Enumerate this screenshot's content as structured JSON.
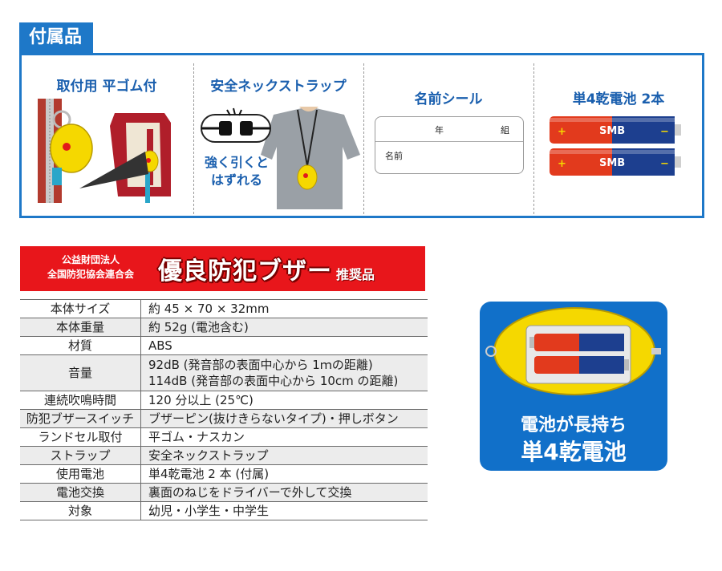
{
  "accessories": {
    "heading": "付属品",
    "items": [
      {
        "title": "取付用 平ゴム付"
      },
      {
        "title": "安全ネックストラップ",
        "caption_line1": "強く引くと",
        "caption_line2": "はずれる"
      },
      {
        "title": "名前シール",
        "sticker_year": "年",
        "sticker_class": "組",
        "sticker_name": "名前"
      },
      {
        "title": "単4乾電池 2本",
        "battery_brand": "SMB"
      }
    ]
  },
  "award": {
    "org_line1": "公益財団法人",
    "org_line2": "全国防犯協会連合会",
    "main": "優良防犯ブザー",
    "suffix": "推奨品"
  },
  "specs": [
    {
      "key": "本体サイズ",
      "value": "約 45 × 70 × 32mm"
    },
    {
      "key": "本体重量",
      "value": "約 52g (電池含む)"
    },
    {
      "key": "材質",
      "value": "ABS"
    },
    {
      "key": "音量",
      "value": "92dB (発音部の表面中心から 1ｍの距離)",
      "value2": "114dB (発音部の表面中心から 10cm の距離)"
    },
    {
      "key": "連続吹鳴時間",
      "value": "120 分以上 (25℃)"
    },
    {
      "key": "防犯ブザースイッチ",
      "value": "ブザーピン(抜けきらないタイプ)・押しボタン"
    },
    {
      "key": "ランドセル取付",
      "value": "平ゴム・ナスカン"
    },
    {
      "key": "ストラップ",
      "value": "安全ネックストラップ"
    },
    {
      "key": "使用電池",
      "value": "単4乾電池 2 本 (付属)"
    },
    {
      "key": "電池交換",
      "value": "裏面のねじをドライバーで外して交換"
    },
    {
      "key": "対象",
      "value": "幼児・小学生・中学生"
    }
  ],
  "promo": {
    "line1": "電池が長持ち",
    "line2": "単4乾電池"
  },
  "colors": {
    "accent_blue": "#1e78c8",
    "award_red": "#e8161b",
    "buzzer_yellow": "#f5d800"
  }
}
